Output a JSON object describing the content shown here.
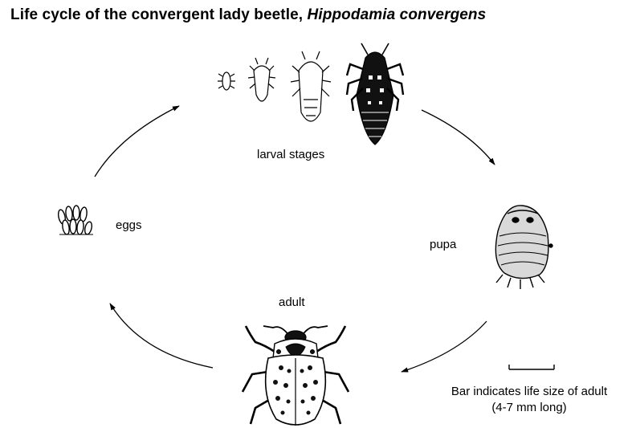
{
  "title": {
    "text": "Life cycle of the convergent lady beetle,",
    "scientific_name": "Hippodamia convergens"
  },
  "stages": {
    "eggs": "eggs",
    "larval": "larval stages",
    "pupa": "pupa",
    "adult": "adult"
  },
  "scale_note": {
    "line1": "Bar indicates life size of adult",
    "line2": "(4-7 mm long)"
  }
}
